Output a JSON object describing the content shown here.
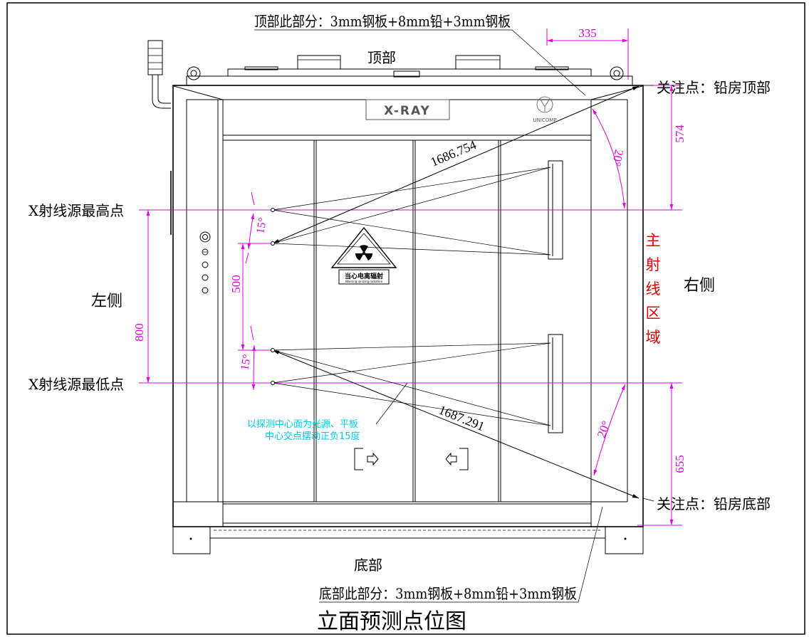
{
  "title": "立面预测点位图",
  "notes": {
    "top_layer": "顶部此部分：3mm钢板+8mm铅+3mm钢板",
    "bottom_layer": "底部此部分：3mm钢板+8mm铅+3mm钢板",
    "swing": [
      "以探测中心面为光源、平板",
      "中心交点摆动正负15度"
    ]
  },
  "sides": {
    "top": "顶部",
    "bottom": "底部",
    "left": "左侧",
    "right": "右侧"
  },
  "points": {
    "focus_top": "关注点：铅房顶部",
    "focus_bottom": "关注点：铅房底部",
    "source_highest": "X射线源最高点",
    "source_lowest": "X射线源最低点"
  },
  "primary_beam_zone": [
    "主",
    "射",
    "线",
    "区",
    "域"
  ],
  "dimensions": {
    "top_offset": "335",
    "upper_height": "574",
    "lower_height": "655",
    "source_travel": "800",
    "source_spacing": "500",
    "ray_top_length": "1686.754",
    "ray_bottom_length": "1687.291",
    "angle_top": "20°",
    "angle_bottom": "20°",
    "swing_upper": "15°",
    "swing_lower": "15°"
  },
  "cabinet": {
    "xray_label": "X-RAY",
    "logo_text": "UNICOMP",
    "warning_cn": "当心电离辐射",
    "warning_en": "Warning ionizing radiation"
  },
  "colors": {
    "dimension": "#e000e0",
    "beam_zone": "#e00000",
    "note": "#00c8e8",
    "lines": "#000000"
  }
}
